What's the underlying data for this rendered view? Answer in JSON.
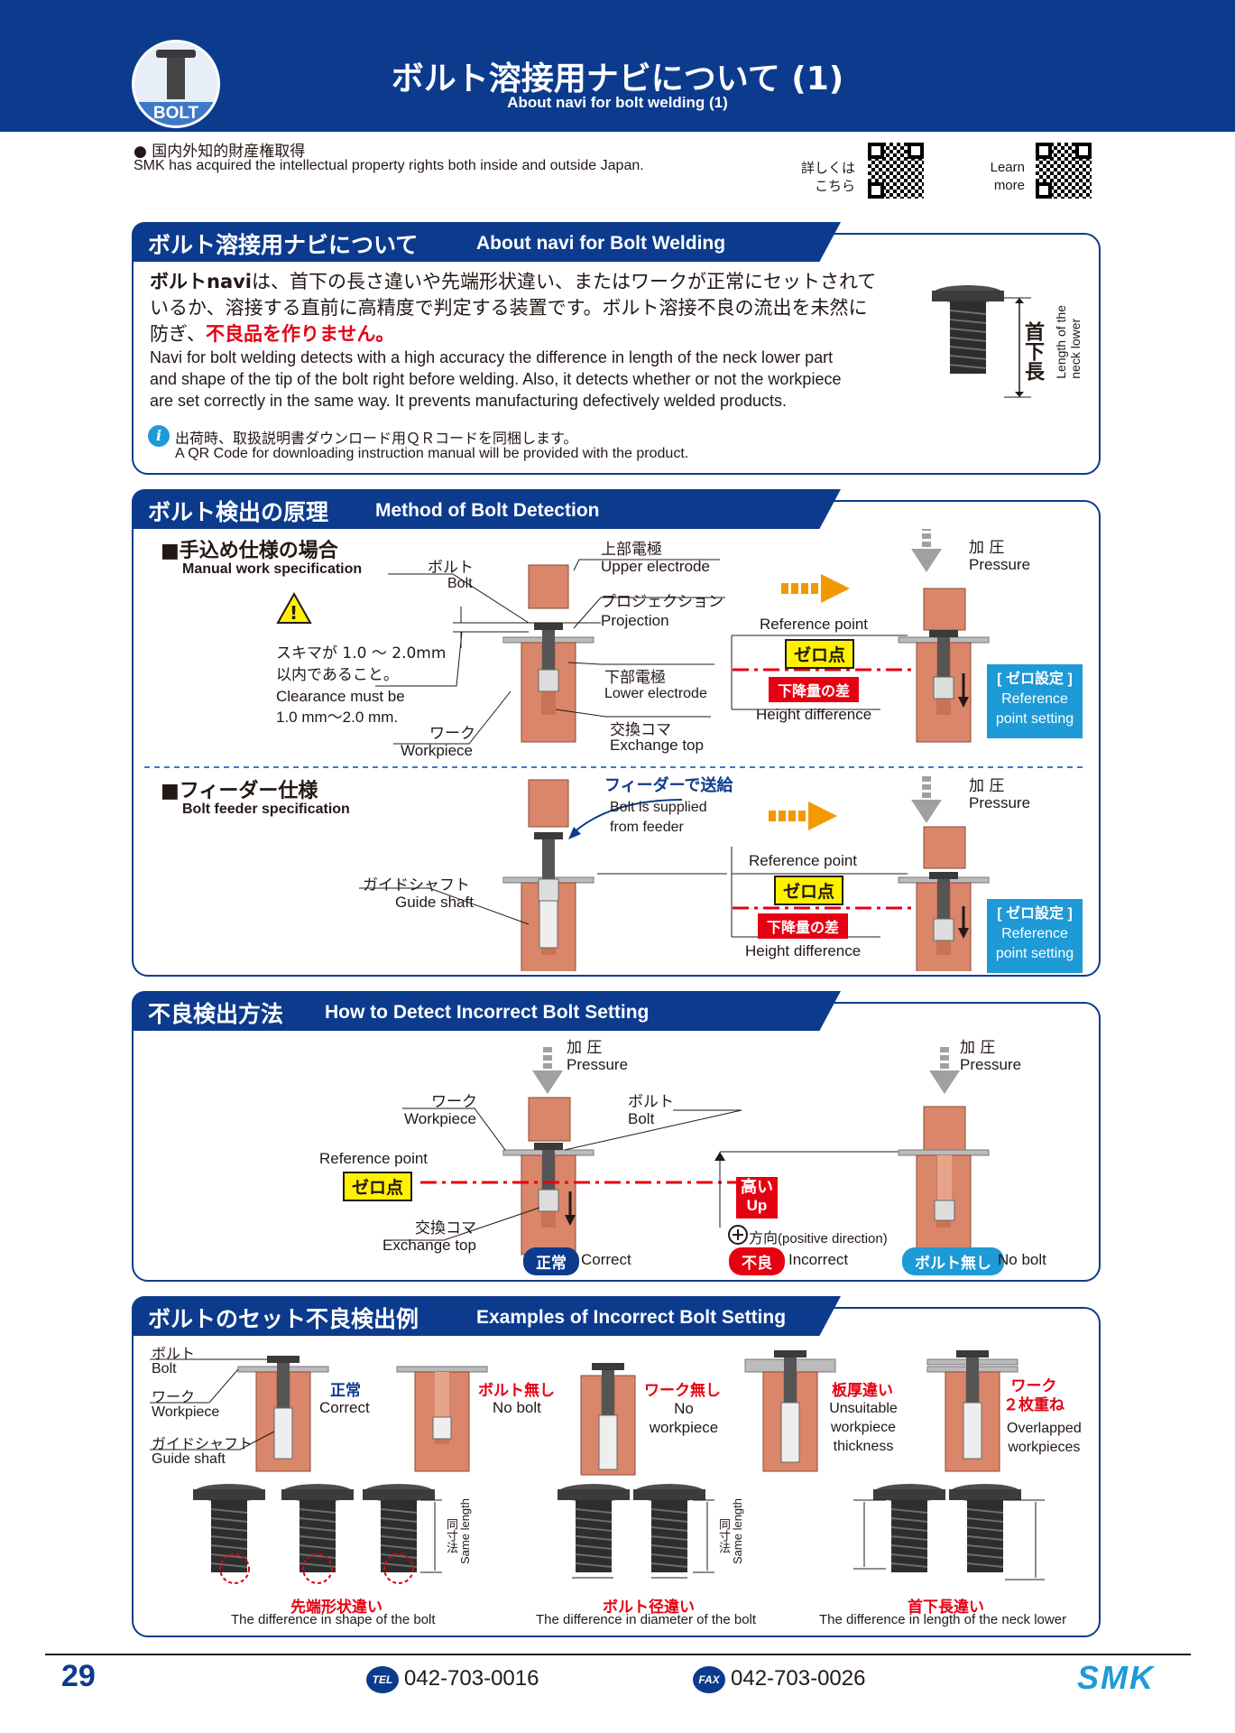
{
  "header": {
    "badge": "BOLT",
    "title_jp": "ボルト溶接用ナビについて (1)",
    "title_en": "About navi for bolt welding (1)"
  },
  "ip": {
    "jp": "● 国内外知的財産権取得",
    "en": "SMK has acquired the intellectual property rights both inside and outside Japan."
  },
  "qr": {
    "jp_line1": "詳しくは",
    "jp_line2": "こちら",
    "en_line1": "Learn",
    "en_line2": "more"
  },
  "s1": {
    "title_jp": "ボルト溶接用ナビについて",
    "title_en": "About navi for Bolt Welding",
    "jp_bold": "ボルトnavi",
    "jp_line1": "は、首下の長さ違いや先端形状違い、またはワークが正常にセットされて",
    "jp_line2": "いるか、溶接する直前に高精度で判定する装置です。ボルト溶接不良の流出を未然に",
    "jp_line3a": "防ぎ、",
    "jp_line3b": "不良品を作りません。",
    "en_line1": "Navi for bolt welding detects with a high accuracy the difference in length of the neck lower part",
    "en_line2": "and shape of the tip of the bolt right before welding. Also, it detects whether or not the workpiece",
    "en_line3": "are set correctly in the same way. It prevents manufacturing defectively welded products.",
    "note_jp": "出荷時、取扱説明書ダウンロード用ＱＲコードを同梱します。",
    "note_en": "A QR Code for downloading instruction manual will be provided with the product.",
    "neck_jp": "首下長",
    "neck_en1": "Length of the",
    "neck_en2": "neck lower"
  },
  "s2": {
    "title_jp": "ボルト検出の原理",
    "title_en": "Method of Bolt Detection",
    "manual_jp": "■手込め仕様の場合",
    "manual_en": "Manual work specification",
    "bolt_jp": "ボルト",
    "bolt_en": "Bolt",
    "upper_jp": "上部電極",
    "upper_en": "Upper electrode",
    "proj_jp": "プロジェクション",
    "proj_en": "Projection",
    "clear_jp1": "スキマが 1.0 ～ 2.0mm",
    "clear_jp2": "以内であること。",
    "clear_en1": "Clearance must be",
    "clear_en2": "1.0 mm～2.0 mm.",
    "lower_jp": "下部電極",
    "lower_en": "Lower  electrode",
    "work_jp": "ワーク",
    "work_en": "Workpiece",
    "exch_jp": "交換コマ",
    "exch_en": "Exchange top",
    "ref_en": "Reference point",
    "zero": "ゼロ点",
    "drop": "下降量の差",
    "height_en": "Height difference",
    "press_jp": "加 圧",
    "press_en": "Pressure",
    "zero_set_jp": "[ ゼロ設定 ]",
    "zero_set_en1": "Reference",
    "zero_set_en2": "point setting",
    "feeder_jp": "■フィーダー仕様",
    "feeder_en": "Bolt feeder specification",
    "feed_jp": "フィーダーで送給",
    "feed_en1": "Bolt is supplied",
    "feed_en2": "from feeder",
    "guide_jp": "ガイドシャフト",
    "guide_en": "Guide shaft"
  },
  "s3": {
    "title_jp": "不良検出方法",
    "title_en": "How to Detect Incorrect Bolt Setting",
    "press_jp": "加 圧",
    "press_en": "Pressure",
    "work_jp": "ワーク",
    "work_en": "Workpiece",
    "bolt_jp": "ボルト",
    "bolt_en": "Bolt",
    "ref_en": "Reference point",
    "zero": "ゼロ点",
    "exch_jp": "交換コマ",
    "exch_en": "Exchange top",
    "high_jp": "高い",
    "high_en": "Up",
    "pos_jp": "方向",
    "pos_en": "(positive direction)",
    "ok_jp": "正常",
    "ok_en": "Correct",
    "ng_jp": "不良",
    "ng_en": "Incorrect",
    "nobolt_jp": "ボルト無し",
    "nobolt_en": "No bolt"
  },
  "s4": {
    "title_jp": "ボルトのセット不良検出例",
    "title_en": "Examples of Incorrect Bolt Setting",
    "bolt_jp": "ボルト",
    "bolt_en": "Bolt",
    "work_jp": "ワーク",
    "work_en": "Workpiece",
    "guide_jp": "ガイドシャフト",
    "guide_en": "Guide shaft",
    "c1_jp": "正常",
    "c1_en": "Correct",
    "c2_jp": "ボルト無し",
    "c2_en": "No bolt",
    "c3_jp": "ワーク無し",
    "c3_en1": "No",
    "c3_en2": "workpiece",
    "c4_jp": "板厚違い",
    "c4_en1": "Unsuitable",
    "c4_en2": "workpiece",
    "c4_en3": "thickness",
    "c5_jp1": "ワーク",
    "c5_jp2": "２枚重ね",
    "c5_en1": "Overlapped",
    "c5_en2": "workpieces",
    "same_jp": "同寸法",
    "same_en": "Same length",
    "d1_jp": "先端形状違い",
    "d1_en": "The difference in shape of the bolt",
    "d2_jp": "ボルト径違い",
    "d2_en": "The difference in diameter of the bolt",
    "d3_jp": "首下長違い",
    "d3_en": "The difference in length of the neck lower"
  },
  "footer": {
    "page": "29",
    "tel_label": "TEL",
    "tel": "042-703-0016",
    "fax_label": "FAX",
    "fax": "042-703-0026",
    "logo": "SMK"
  },
  "colors": {
    "navy": "#0c3b8e",
    "red": "#e50012",
    "yellow": "#fff100",
    "sky": "#1e9ad6",
    "copper": "#d9866a",
    "orange": "#f39800"
  }
}
